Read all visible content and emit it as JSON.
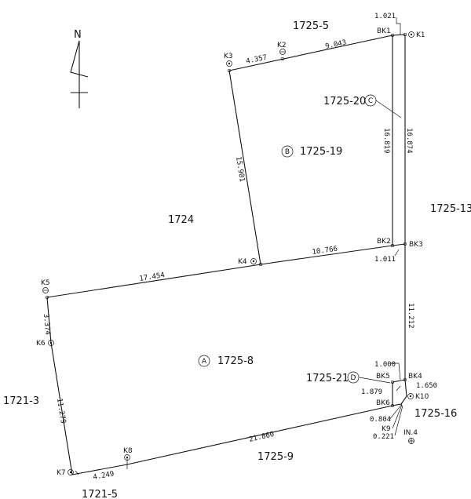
{
  "north": {
    "label": "N"
  },
  "lots": {
    "a": {
      "marker": "A",
      "name": "1725-8"
    },
    "b": {
      "marker": "B",
      "name": "1725-19"
    },
    "c": {
      "marker": "C",
      "name": "1725-20"
    },
    "d": {
      "marker": "D",
      "name": "1725-21"
    },
    "n1724": "1724",
    "n1725_13": "1725-13",
    "n1725_5": "1725-5",
    "n1721_3": "1721-3",
    "n1725_9": "1725-9",
    "n1721_5": "1721-5",
    "n1725_16": "1725-16"
  },
  "points": {
    "k1": "K1",
    "k2": "K2",
    "k3": "K3",
    "k4": "K4",
    "k5": "K5",
    "k6": "K6",
    "k7": "K7",
    "k8": "K8",
    "k9": "K9",
    "k10": "K10",
    "bk1": "BK1",
    "bk2": "BK2",
    "bk3": "BK3",
    "bk4": "BK4",
    "bk5": "BK5",
    "bk6": "BK6",
    "in4": "IN.4"
  },
  "distances": {
    "k3_k2": "4.357",
    "k2_bk1": "9.043",
    "bk1_k1": "1.021",
    "k3_k4": "15.901",
    "bk1_bk2": "16.819",
    "k1_bk3": "16.874",
    "k4_bk2": "10.766",
    "bk2_bk3": "1.011",
    "k5_k4": "17.454",
    "k5_k6": "3.374",
    "k6_k7": "11.279",
    "bk3_bk4": "11.212",
    "bk5_bk4": "1.000",
    "bk4_k10": "1.650",
    "bk5_bk6": "1.879",
    "k9_a": "0.804",
    "k9_b": "0.221",
    "k8_bk6": "21.860",
    "k7_k8": "4.249"
  }
}
